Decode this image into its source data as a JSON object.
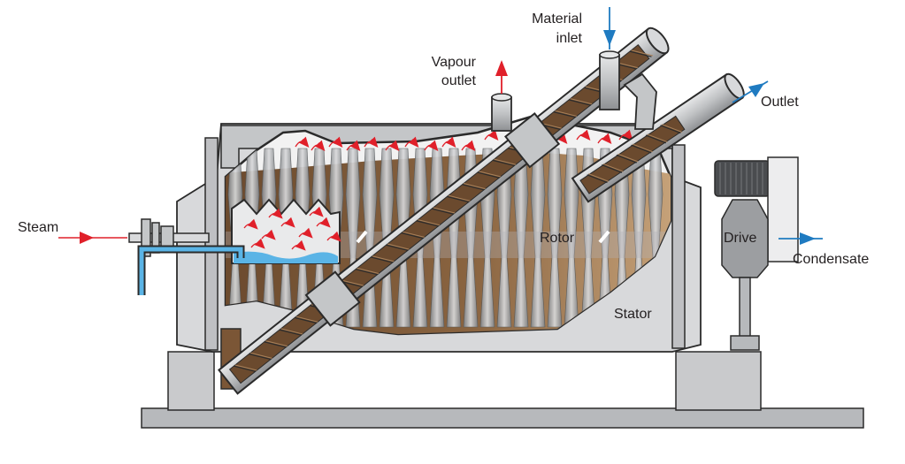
{
  "labels": {
    "steam": "Steam",
    "vapour_outlet_line1": "Vapour",
    "vapour_outlet_line2": "outlet",
    "material_inlet_line1": "Material",
    "material_inlet_line2": "inlet",
    "outlet": "Outlet",
    "rotor": "Rotor",
    "drive": "Drive",
    "condensate": "Condensate",
    "stator": "Stator"
  },
  "colors": {
    "steam_arrow": "#e0202a",
    "vapour_arrow": "#e0202a",
    "material_arrow": "#1f7bc1",
    "outlet_arrow": "#1f7bc1",
    "condensate_arrow": "#1f7bc1",
    "material_brown": "#6b4a2e",
    "material_light": "#b8926a",
    "metal_gray": "#c8c9cb",
    "steel_dark": "#8f9194",
    "water_blue": "#5ab4e6"
  },
  "icons": {
    "steam_arrow": "arrow-right-icon",
    "vapour_arrow": "arrow-up-icon",
    "material_arrow": "arrow-down-icon",
    "outlet_arrow": "arrow-up-right-icon",
    "condensate_arrow": "arrow-right-icon"
  }
}
